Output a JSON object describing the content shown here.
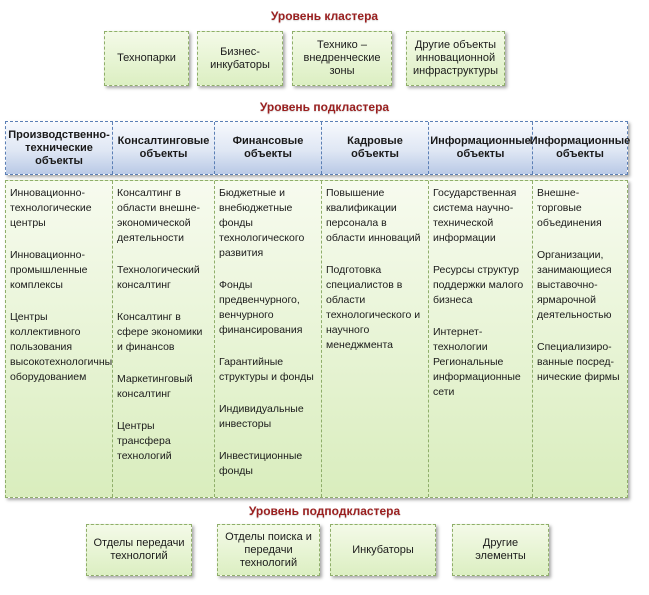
{
  "cluster_level": {
    "title": "Уровень кластера",
    "boxes": [
      "Технопарки",
      "Бизнес-инкубаторы",
      "Технико – внедренческие зоны",
      "Другие объекты инновационной инфраструктуры"
    ]
  },
  "subcluster_level": {
    "title": "Уровень подкластера",
    "columns": [
      {
        "header": "Производственно-технические объекты",
        "items": [
          "Инновационно-технологические центры",
          "Инновационно-промышленные комплексы",
          "Центры коллективного пользования высокотехнологичным оборудованием"
        ]
      },
      {
        "header": "Консалтинговые объекты",
        "items": [
          "Консалтинг в области внешне-экономической деятельности",
          "Технологический консалтинг",
          "Консалтинг в сфере экономики и финансов",
          "Маркетинговый консалтинг",
          "Центры трансфера технологий"
        ]
      },
      {
        "header": "Финансовые объекты",
        "items": [
          "Бюджетные и внебюджетные фонды технологического развития",
          "Фонды предвенчурного, венчурного финансирования",
          "Гарантийные структуры и фонды",
          "Индивидуальные инвесторы",
          "Инвестиционные фонды"
        ]
      },
      {
        "header": "Кадровые объекты",
        "items": [
          "Повышение квалификации персонала в области инноваций",
          "Подготовка специалистов в области технологического и научного менеджмента"
        ]
      },
      {
        "header": "Информационные объекты",
        "items": [
          "Государственная система научно-технической информации",
          "Ресурсы структур поддержки малого бизнеса",
          "Интернет-технологии Региональные информационные сети"
        ]
      },
      {
        "header": "Информационные объекты",
        "items": [
          "Внешне-торговые объединения",
          "Организации, занимающиеся выставочно-ярмарочной деятельностью",
          "Специализиро-ванные посред-нические фирмы"
        ]
      }
    ]
  },
  "subsubcluster_level": {
    "title": "Уровень подподкластера",
    "boxes": [
      "Отделы передачи технологий",
      "Отделы поиска и передачи технологий",
      "Инкубаторы",
      "Другие элементы"
    ]
  }
}
